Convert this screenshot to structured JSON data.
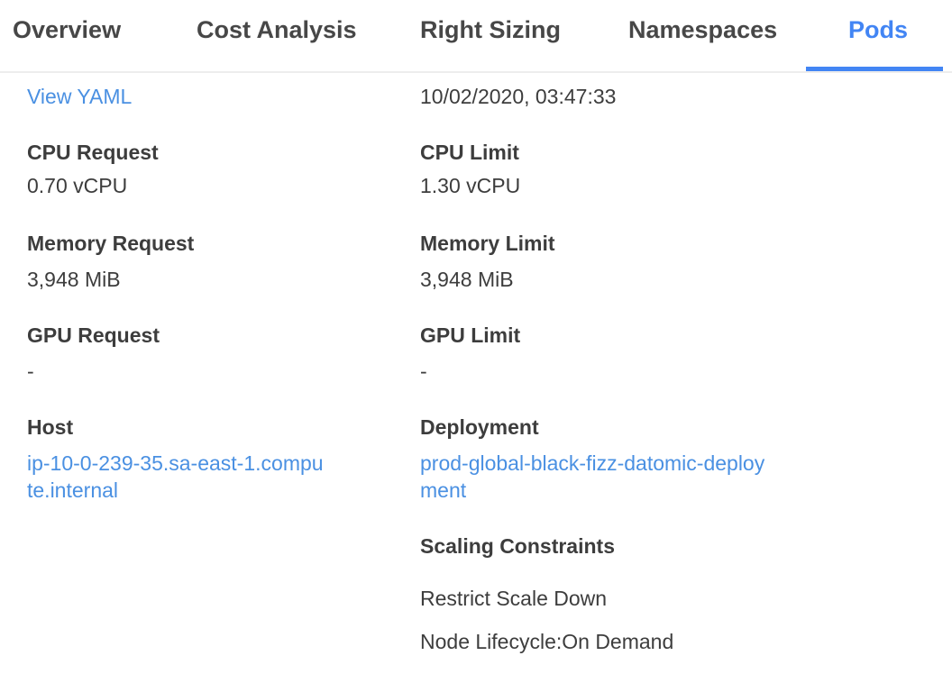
{
  "tabs": {
    "items": [
      {
        "label": "Overview"
      },
      {
        "label": "Cost Analysis"
      },
      {
        "label": "Right Sizing"
      },
      {
        "label": "Namespaces"
      },
      {
        "label": "Pods",
        "active": true
      }
    ]
  },
  "details": {
    "view_yaml_label": "View YAML",
    "timestamp": "10/02/2020, 03:47:33",
    "fields": {
      "cpu_request": {
        "label": "CPU Request",
        "value": "0.70 vCPU"
      },
      "cpu_limit": {
        "label": "CPU Limit",
        "value": "1.30 vCPU"
      },
      "memory_request": {
        "label": "Memory Request",
        "value": "3,948 MiB"
      },
      "memory_limit": {
        "label": "Memory Limit",
        "value": "3,948 MiB"
      },
      "gpu_request": {
        "label": "GPU Request",
        "value": "-"
      },
      "gpu_limit": {
        "label": "GPU Limit",
        "value": "-"
      },
      "host": {
        "label": "Host",
        "value": "ip-10-0-239-35.sa-east-1.compute.internal"
      },
      "deployment": {
        "label": "Deployment",
        "value": "prod-global-black-fizz-datomic-deployment"
      }
    },
    "scaling_constraints": {
      "label": "Scaling Constraints",
      "items": [
        "Restrict Scale Down",
        "Node Lifecycle:On Demand"
      ]
    }
  },
  "colors": {
    "active_tab_blue": "#4285f4",
    "link_blue": "#4a90e2",
    "text_dark": "#3d3d3d",
    "tab_text": "#474747",
    "divider": "#ededed"
  }
}
